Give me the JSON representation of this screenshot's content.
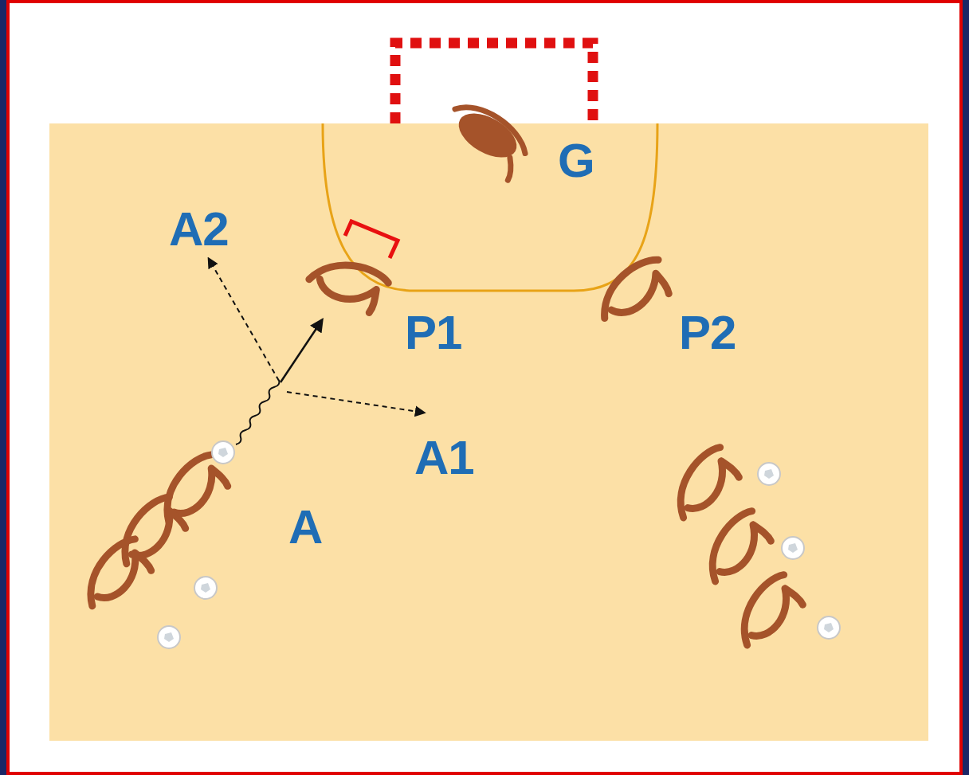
{
  "diagram": {
    "labels": [
      "G",
      "A2",
      "P1",
      "P2",
      "A1",
      "A"
    ]
  }
}
